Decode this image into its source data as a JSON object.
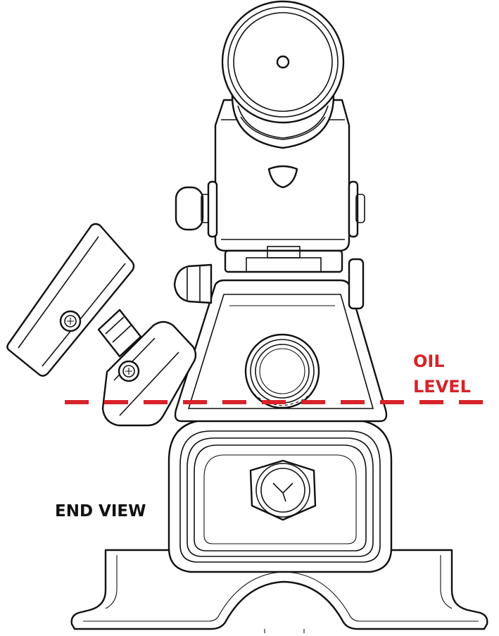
{
  "labels": {
    "oil_level_line1": "OIL",
    "oil_level_line2": "LEVEL",
    "end_view": "END VIEW"
  },
  "colors": {
    "oil_level": "#d8232a",
    "linework": "#111111",
    "text": "#111111",
    "background": "#ffffff"
  }
}
